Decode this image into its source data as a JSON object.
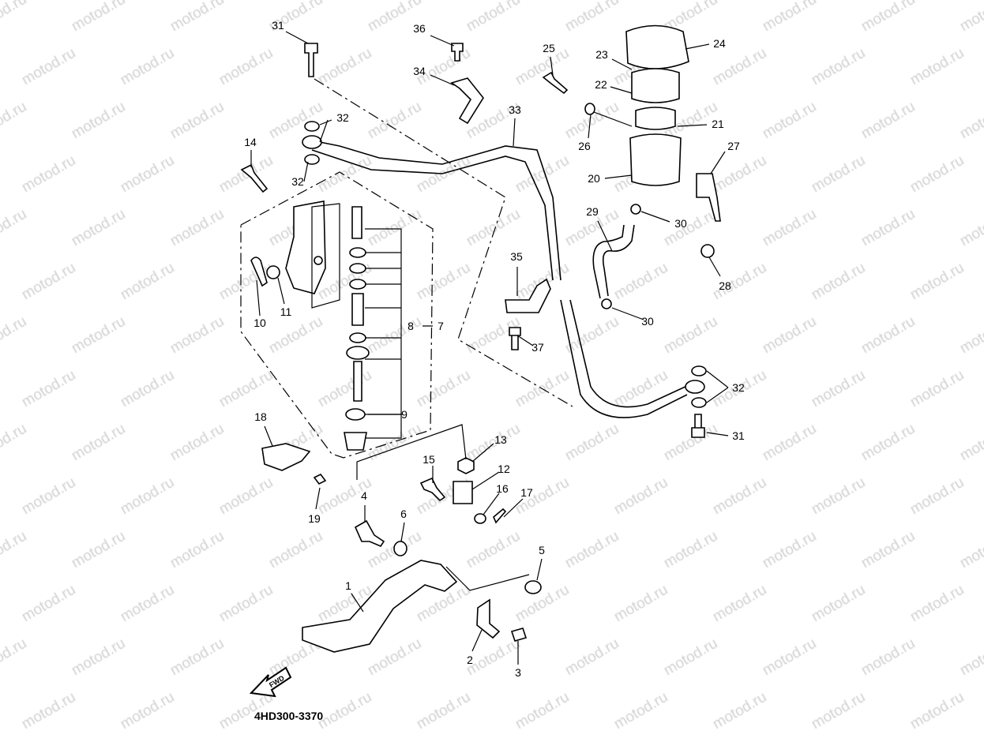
{
  "watermark": "motod.ru",
  "diagram_code": "4HD300-3370",
  "fwd_label": "FWD",
  "labels": {
    "l1": "1",
    "l2": "2",
    "l3": "3",
    "l4": "4",
    "l5": "5",
    "l6": "6",
    "l7": "7",
    "l8": "8",
    "l9": "9",
    "l10": "10",
    "l11": "11",
    "l12": "12",
    "l13": "13",
    "l14": "14",
    "l15": "15",
    "l16": "16",
    "l17": "17",
    "l18": "18",
    "l19": "19",
    "l20": "20",
    "l21": "21",
    "l22": "22",
    "l23": "23",
    "l24": "24",
    "l25": "25",
    "l26": "26",
    "l27": "27",
    "l28": "28",
    "l29": "29",
    "l30": "30",
    "l31": "31",
    "l32": "32",
    "l33": "33",
    "l34": "34",
    "l35": "35",
    "l36": "36",
    "l37": "37"
  }
}
